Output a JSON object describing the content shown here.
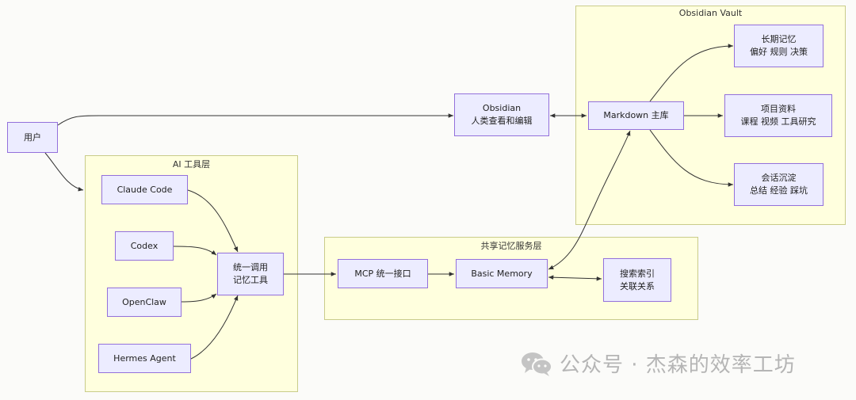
{
  "clusters": {
    "vault": "Obsidian Vault",
    "ai_tools": "AI 工具层",
    "memory_service": "共享记忆服务层"
  },
  "nodes": {
    "user": "用户",
    "obsidian_line1": "Obsidian",
    "obsidian_line2": "人类查看和编辑",
    "markdown": "Markdown 主库",
    "longterm_line1": "长期记忆",
    "longterm_line2": "偏好 规则 决策",
    "project_line1": "项目资料",
    "project_line2": "课程 视频 工具研究",
    "session_line1": "会话沉淀",
    "session_line2": "总结 经验 踩坑",
    "claude_code": "Claude Code",
    "codex": "Codex",
    "openclaw": "OpenClaw",
    "hermes": "Hermes Agent",
    "unified_line1": "统一调用",
    "unified_line2": "记忆工具",
    "mcp": "MCP 统一接口",
    "basic_memory": "Basic Memory",
    "search_line1": "搜索索引",
    "search_line2": "关联关系"
  },
  "watermark": {
    "text": "公众号 · 杰森的效率工坊",
    "icon": "wechat-icon"
  },
  "colors": {
    "node_fill": "#ececff",
    "node_border": "#9370db",
    "cluster_fill": "#ffffde",
    "cluster_border": "#c9cc8a",
    "edge": "#333333"
  }
}
